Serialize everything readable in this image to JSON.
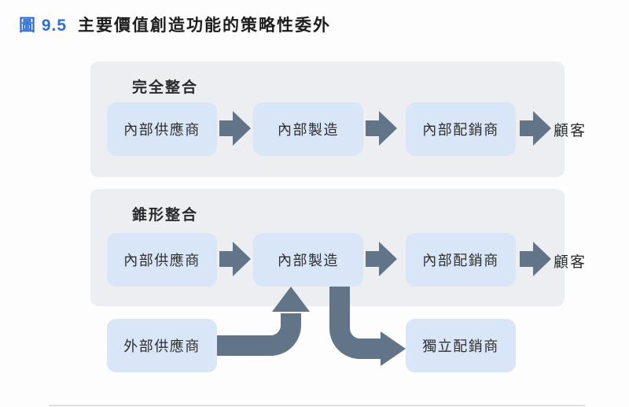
{
  "figure": {
    "label": "圖 9.5",
    "title": "主要價值創造功能的策略性委外"
  },
  "panels": [
    {
      "header": "完全整合",
      "chain": [
        "內部供應商",
        "內部製造",
        "內部配銷商"
      ],
      "customer": "顧客"
    },
    {
      "header": "錐形整合",
      "chain": [
        "內部供應商",
        "內部製造",
        "內部配銷商"
      ],
      "customer": "顧客",
      "external_supplier": "外部供應商",
      "independent_distributor": "獨立配銷商",
      "extra_flows": [
        {
          "from": "外部供應商",
          "to": "內部製造"
        },
        {
          "from": "內部製造",
          "to": "獨立配銷商"
        }
      ]
    }
  ],
  "colors": {
    "accent_blue": "#2f6fd0",
    "panel_bg": "#eceef2",
    "node_bg": "#d9e6f7",
    "arrow": "#617488",
    "text": "#2b2b2b"
  }
}
